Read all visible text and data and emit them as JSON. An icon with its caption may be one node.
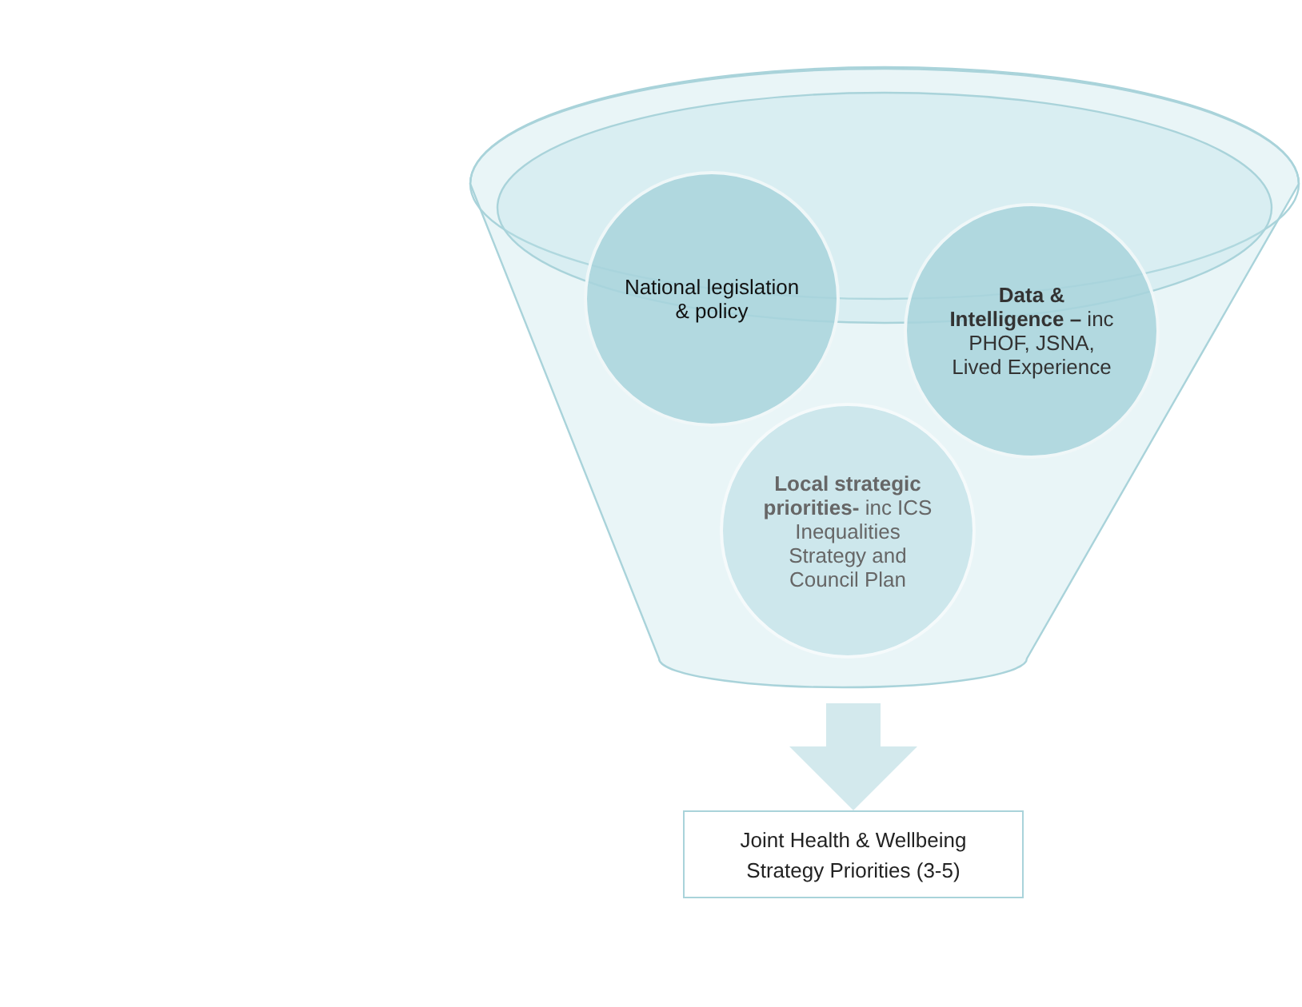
{
  "diagram": {
    "nodes": [
      {
        "text": [],
        "shape": "funnel"
      },
      {
        "text": [
          "National legislation & policy"
        ],
        "in": 0
      },
      {
        "text": [
          "**Data & Intelligence –** inc PHOF, JSNA, Lived Experience"
        ],
        "in": 0
      },
      {
        "text": [
          "**Local strategic priorities-** inc ICS Inequalities Strategy and Council Plan"
        ],
        "in": 0
      },
      {
        "text": [
          "Joint Health & Wellbeing Strategy Priorities (3-5)"
        ]
      }
    ],
    "edges": [
      {
        "from": 0,
        "to": 4,
        "arrow": "to"
      }
    ]
  }
}
